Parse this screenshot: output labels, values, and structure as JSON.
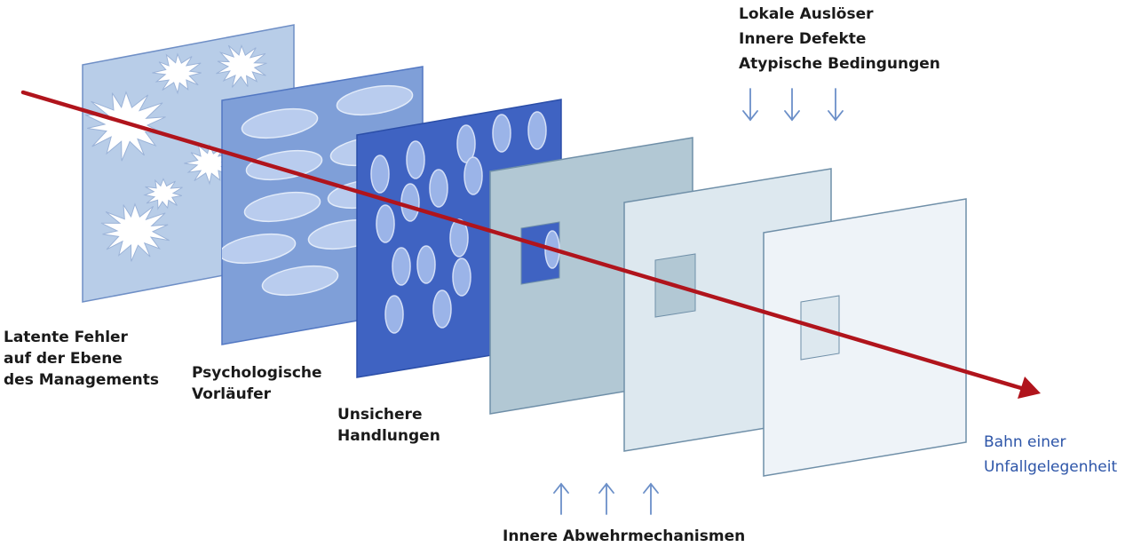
{
  "labels": {
    "latent": [
      "Latente Fehler",
      "auf der Ebene",
      "des Managements"
    ],
    "psychological": [
      "Psychologische",
      "Vorläufer"
    ],
    "unsafe": [
      "Unsichere",
      "Handlungen"
    ],
    "local_triggers": [
      "Lokale Auslöser",
      "Innere Defekte",
      "Atypische Bedingungen"
    ],
    "trajectory": [
      "Bahn einer",
      "Unfallgelegenheit"
    ],
    "inner_defenses": "Innere Abwehrmechanismen"
  },
  "colors": {
    "arrow": "#b0141c",
    "slice_1": "#b8cde8",
    "slice_2": "#7f9fd8",
    "slice_3": "#3f63c2",
    "slice_4": "#b2c8d4",
    "slice_5": "#dde8ef",
    "slice_6": "#eef3f8",
    "pointer_arrows": "#6b8fc8",
    "label_dark": "#1a1a1a",
    "label_blue": "#2d55a8"
  }
}
